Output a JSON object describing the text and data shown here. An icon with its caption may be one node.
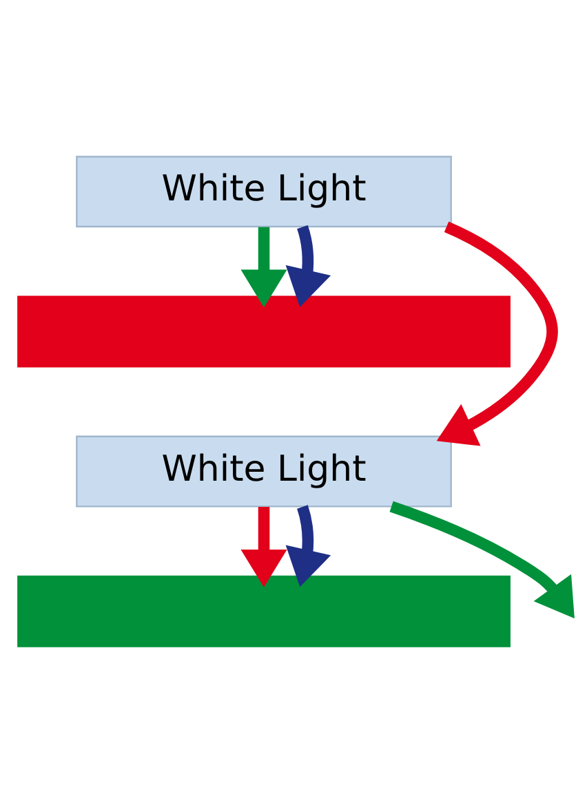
{
  "diagram": {
    "nodes": [
      {
        "text": [
          "White Light"
        ]
      },
      {
        "text": [],
        "shape": "bar"
      },
      {
        "text": [
          "White Light"
        ]
      },
      {
        "text": [],
        "shape": "bar"
      }
    ],
    "edges": [
      {
        "from": 0,
        "to": 2,
        "arrow": "to",
        "color": "#e2001a"
      },
      {
        "from": 0,
        "to": 1,
        "arrow": "to",
        "color": "#00913a"
      },
      {
        "from": 0,
        "to": 1,
        "arrow": "to",
        "color": "#1f2f86"
      },
      {
        "from": 2,
        "to": 3,
        "arrow": "to",
        "color": "#e2001a"
      },
      {
        "from": 2,
        "to": null,
        "arrow": "to",
        "color": "#00913a"
      },
      {
        "from": 2,
        "to": 3,
        "arrow": "to",
        "color": "#1f2f86"
      }
    ]
  }
}
